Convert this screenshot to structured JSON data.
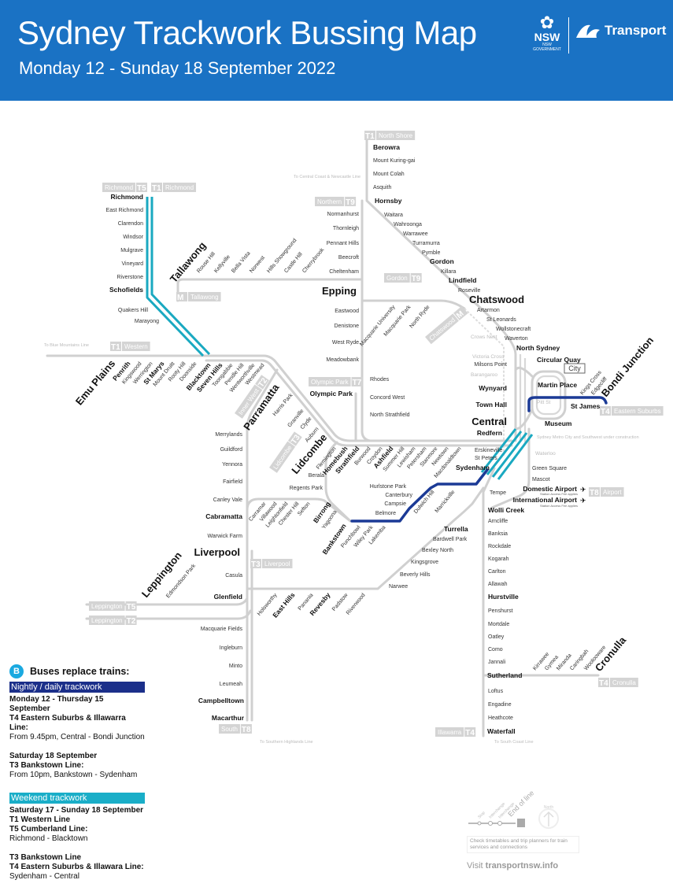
{
  "header": {
    "title": "Sydney Trackwork Bussing Map",
    "subtitle": "Monday 12 - Sunday 18 September 2022",
    "nsw_logo": "NSW GOVERNMENT",
    "transport_logo": "Transport",
    "background_color": "#1a72c4"
  },
  "colors": {
    "track": "#d0d0d0",
    "weekend_trackwork": "#1aa9c1",
    "nightly_trackwork": "#1b3a96"
  },
  "stations": {
    "richmond": [
      "Richmond",
      "East Richmond",
      "Clarendon",
      "Windsor",
      "Mulgrave",
      "Vineyard",
      "Riverstone",
      "Schofields",
      "Quakers Hill",
      "Marayong"
    ],
    "western": [
      "Emu Plains",
      "Penrith",
      "Kingswood",
      "Werrington",
      "St Marys",
      "Mount Druitt",
      "Rooty Hill",
      "Doonside",
      "Blacktown",
      "Seven Hills",
      "Toongabbie",
      "Pendle Hill",
      "Wentworthville",
      "Westmead"
    ],
    "parramatta": [
      "Parramatta",
      "Harris Park",
      "Granville",
      "Clyde",
      "Auburn",
      "Lidcombe"
    ],
    "metro": [
      "Tallawong",
      "Rouse Hill",
      "Kellyville",
      "Bella Vista",
      "Norwest",
      "Hills Showground",
      "Castle Hill",
      "Cherrybrook",
      "Macquarie University",
      "Macquarie Park",
      "North Ryde"
    ],
    "northern": [
      "Berowra",
      "Mount Kuring-gai",
      "Mount Colah",
      "Asquith",
      "Hornsby",
      "Normanhurst",
      "Thornleigh",
      "Pennant Hills",
      "Beecroft",
      "Cheltenham",
      "Epping",
      "Eastwood",
      "Denistone",
      "West Ryde",
      "Meadowbank",
      "Rhodes",
      "Concord West",
      "North Strathfield"
    ],
    "north_shore": [
      "Waitara",
      "Wahroonga",
      "Warrawee",
      "Turramurra",
      "Pymble",
      "Gordon",
      "Killara",
      "Lindfield",
      "Roseville",
      "Chatswood",
      "Artarmon",
      "St Leonards",
      "Wollstonecraft",
      "Waverton",
      "North Sydney",
      "Milsons Point"
    ],
    "city": [
      "Circular Quay",
      "Martin Place",
      "Wynyard",
      "Town Hall",
      "St James",
      "Central",
      "Museum",
      "Redfern",
      "Kings Cross",
      "Edgecliff",
      "Bondi Junction"
    ],
    "metro_construction": [
      "Crows Nest",
      "Victoria Cross",
      "Barangaroo",
      "Pitt St",
      "Waterloo"
    ],
    "inner_west": [
      "Flemington",
      "Homebush",
      "Strathfield",
      "Burwood",
      "Croydon",
      "Ashfield",
      "Summer Hill",
      "Lewisham",
      "Petersham",
      "Stanmore",
      "Newtown",
      "Macdonaldtown"
    ],
    "olympic": [
      "Olympic Park"
    ],
    "illawarra": [
      "Erskineville",
      "St Peters",
      "Sydenham",
      "Tempe",
      "Wolli Creek",
      "Arncliffe",
      "Banksia",
      "Rockdale",
      "Kogarah",
      "Carlton",
      "Allawah",
      "Hurstville",
      "Penshurst",
      "Mortdale",
      "Oatley",
      "Como",
      "Jannali",
      "Sutherland",
      "Loftus",
      "Engadine",
      "Heathcote",
      "Waterfall"
    ],
    "cronulla": [
      "Kirrawee",
      "Gymea",
      "Miranda",
      "Caringbah",
      "Woolooware",
      "Cronulla"
    ],
    "airport": [
      "Green Square",
      "Mascot",
      "Domestic Airport",
      "International Airport"
    ],
    "bankstown": [
      "Hurlstone Park",
      "Canterbury",
      "Campsie",
      "Belmore",
      "Dulwich Hill",
      "Marrickville",
      "Punchbowl",
      "Wiley Park",
      "Lakemba",
      "Bankstown",
      "Yagoona",
      "Birrong",
      "Sefton",
      "Chester Hill",
      "Leightonfield",
      "Villawood",
      "Carramar",
      "Berala",
      "Regents Park"
    ],
    "cumberland": [
      "Merrylands",
      "Guildford",
      "Yennora",
      "Fairfield",
      "Canley Vale",
      "Cabramatta",
      "Warwick Farm",
      "Liverpool",
      "Casula",
      "Glenfield",
      "Macquarie Fields",
      "Ingleburn",
      "Minto",
      "Leumeah",
      "Campbelltown",
      "Macarthur"
    ],
    "leppington": [
      "Leppington",
      "Edmondson Park"
    ],
    "east_hills": [
      "Holsworthy",
      "East Hills",
      "Panania",
      "Revesby",
      "Padstow",
      "Riverwood",
      "Narwee",
      "Beverly Hills",
      "Kingsgrove",
      "Bexley North",
      "Bardwell Park",
      "Turrella"
    ]
  },
  "notes": {
    "blue_mountains": "To Blue Mountains Line",
    "central_coast": "To Central Coast & Newcastle Line",
    "southern_highlands": "To Southern Highlands Line",
    "south_coast": "To South Coast Line",
    "metro_construction": "Sydney Metro City and Southwest under construction",
    "access_fee": "Station Access Fee applies",
    "city_box": "City"
  },
  "badges": [
    {
      "num": "T5",
      "name": "Richmond"
    },
    {
      "num": "T1",
      "name": "Richmond"
    },
    {
      "num": "T1",
      "name": "Western"
    },
    {
      "num": "T1",
      "name": "North Shore"
    },
    {
      "num": "T9",
      "name": "Northern"
    },
    {
      "num": "T9",
      "name": "Gordon"
    },
    {
      "num": "M",
      "name": "Tallawong"
    },
    {
      "num": "M",
      "name": "Chatswood"
    },
    {
      "num": "T2",
      "name": "Inner West"
    },
    {
      "num": "T3",
      "name": "Lidcombe"
    },
    {
      "num": "T7",
      "name": "Olympic Park"
    },
    {
      "num": "T3",
      "name": "Liverpool"
    },
    {
      "num": "T5",
      "name": "Leppington"
    },
    {
      "num": "T2",
      "name": "Leppington"
    },
    {
      "num": "T8",
      "name": "South"
    },
    {
      "num": "T4",
      "name": "Illawarra"
    },
    {
      "num": "T4",
      "name": "Cronulla"
    },
    {
      "num": "T8",
      "name": "Airport"
    },
    {
      "num": "T4",
      "name": "Eastern Suburbs"
    }
  ],
  "legend": {
    "icon": "B",
    "heading": "Buses replace trains:",
    "nightly": {
      "title": "Nightly / daily trackwork",
      "blocks": [
        {
          "dates": "Monday 12 - Thursday 15 September",
          "line": "T4 Eastern Suburbs & Illawarra Line:",
          "detail": "From 9.45pm, Central - Bondi Junction"
        },
        {
          "dates": "Saturday 18 September",
          "line": "T3 Bankstown Line:",
          "detail": "From 10pm, Bankstown - Sydenham"
        }
      ]
    },
    "weekend": {
      "title": "Weekend trackwork",
      "dates": "Saturday 17 - Sunday 18 September",
      "blocks": [
        {
          "line1": "T1 Western Line",
          "line2": "T5 Cumberland Line:",
          "detail": "Richmond - Blacktown"
        },
        {
          "line1": "T3 Bankstown Line",
          "line2": "T4 Eastern Suburbs & Illawara Line:",
          "detail": "Sydenham - Central"
        }
      ]
    }
  },
  "key": {
    "stop": "Stop",
    "interchange": "Interchange",
    "interchange2": "Interchange",
    "end_of_line": "End of line",
    "north": "North"
  },
  "footer": {
    "check": "Check timetables and trip planners for train services and connections",
    "visit_prefix": "Visit",
    "visit_url": "transportnsw.info"
  }
}
